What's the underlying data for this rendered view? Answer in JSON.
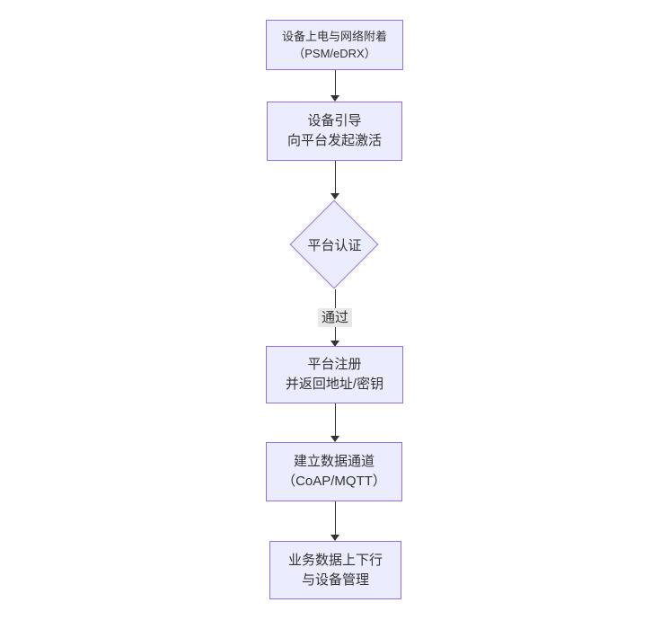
{
  "diagram": {
    "type": "flowchart",
    "direction": "top-down",
    "colors": {
      "background": "#ffffff",
      "node_fill": "#ECECFF",
      "node_border": "#9370DB",
      "text": "#333333",
      "edge": "#333333",
      "edge_label_bg": "#e8e8e8"
    },
    "nodes": [
      {
        "id": "power-attach",
        "shape": "rect",
        "lines": [
          "设备上电与网络附着",
          "（PSM/eDRX）"
        ]
      },
      {
        "id": "bootstrap",
        "shape": "rect",
        "lines": [
          "设备引导",
          "向平台发起激活"
        ]
      },
      {
        "id": "platform-auth",
        "shape": "diamond",
        "lines": [
          "平台认证"
        ]
      },
      {
        "id": "platform-register",
        "shape": "rect",
        "lines": [
          "平台注册",
          "并返回地址/密钥"
        ]
      },
      {
        "id": "data-channel",
        "shape": "rect",
        "lines": [
          "建立数据通道",
          "（CoAP/MQTT）"
        ]
      },
      {
        "id": "service-data",
        "shape": "rect",
        "lines": [
          "业务数据上下行",
          "与设备管理"
        ]
      }
    ],
    "edges": [
      {
        "from": "power-attach",
        "to": "bootstrap",
        "label": ""
      },
      {
        "from": "bootstrap",
        "to": "platform-auth",
        "label": ""
      },
      {
        "from": "platform-auth",
        "to": "platform-register",
        "label": "通过"
      },
      {
        "from": "platform-register",
        "to": "data-channel",
        "label": ""
      },
      {
        "from": "data-channel",
        "to": "service-data",
        "label": ""
      }
    ]
  }
}
